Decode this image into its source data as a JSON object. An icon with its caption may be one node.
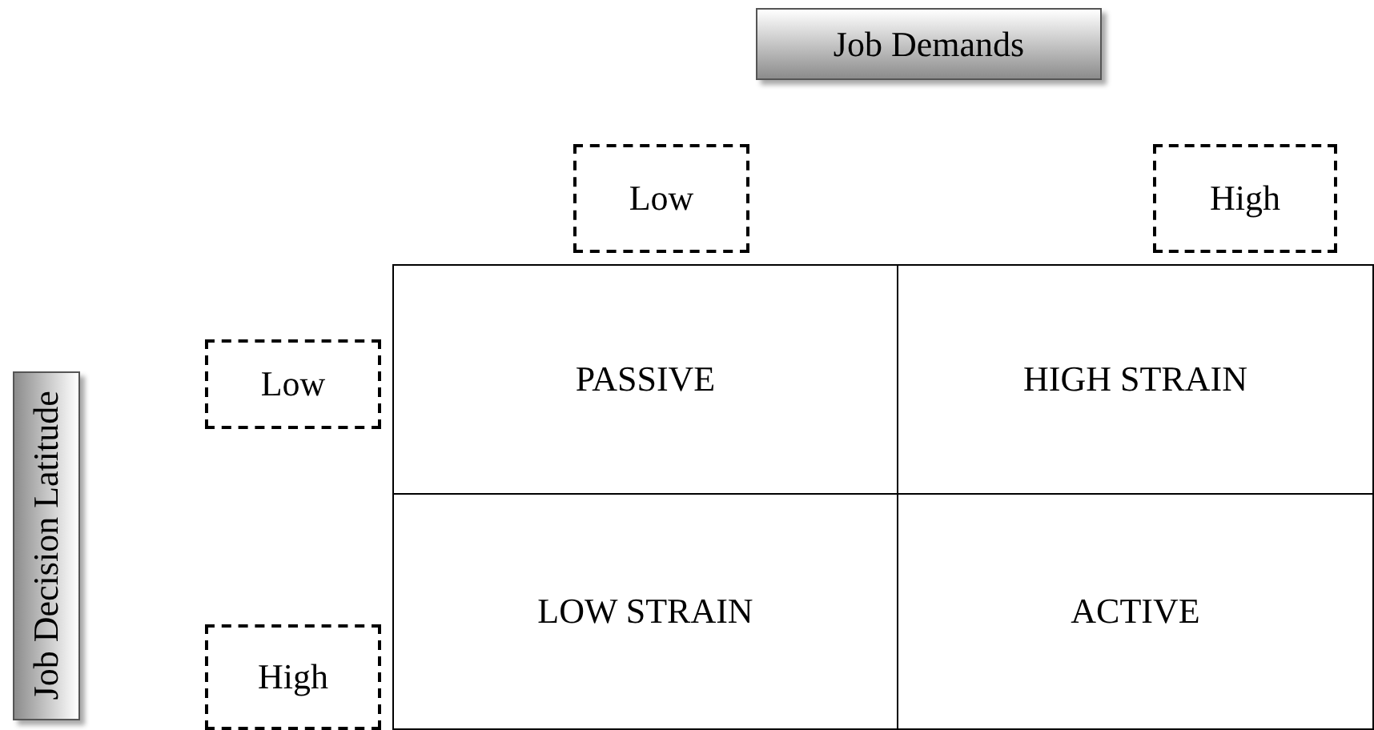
{
  "diagram": {
    "nodes": [
      {
        "text": [
          "Job Demands"
        ]
      },
      {
        "text": [
          "Low"
        ]
      },
      {
        "text": [
          "High"
        ]
      },
      {
        "text": [
          "Job Decision Latitude"
        ]
      },
      {
        "text": [
          "Low"
        ]
      },
      {
        "text": [
          "PASSIVE"
        ]
      },
      {
        "text": [
          "HIGH STRAIN"
        ]
      },
      {
        "text": [
          "High"
        ]
      },
      {
        "text": [
          "LOW STRAIN"
        ]
      },
      {
        "text": [
          "ACTIVE"
        ]
      }
    ]
  }
}
